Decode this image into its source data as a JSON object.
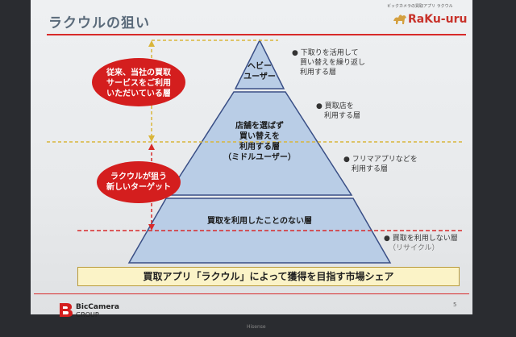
{
  "slide": {
    "title": "ラクウルの狙い",
    "logo_small": "ビックカメラの買取アプリ ラクウル",
    "logo_text": "RaKu-uru",
    "pyramid": {
      "top": [
        "ヘビー",
        "ユーザー"
      ],
      "middle": [
        "店舗を選ばず",
        "買い替えを",
        "利用する層",
        "（ミドルユーザー）"
      ],
      "bottom": "買取を利用したことのない層"
    },
    "ovals": {
      "upper": [
        "従来、当社の買取",
        "サービスをご利用",
        "いただいている層"
      ],
      "lower": [
        "ラクウルが狙う",
        "新しいターゲット"
      ]
    },
    "right_labels": [
      [
        "● 下取りを活用して",
        "買い替えを繰り返し",
        "利用する層"
      ],
      [
        "● 買取店を",
        "利用する層"
      ],
      [
        "● フリマアプリなどを",
        "利用する層"
      ],
      [
        "● 買取を利用しない層",
        "（リサイクル）"
      ]
    ],
    "banner": "買取アプリ「ラクウル」によって獲得を目指す市場シェア",
    "company": [
      "BicCamera",
      "GROUP"
    ],
    "page_number": "5"
  },
  "monitor_brand": "Hisense",
  "colors": {
    "accent_red": "#d82a2a",
    "pyramid_fill": "#b9cde6",
    "pyramid_edge": "#3a4f86",
    "dashed_gold": "#d9b53a",
    "banner_fill": "#fbf3c7"
  }
}
